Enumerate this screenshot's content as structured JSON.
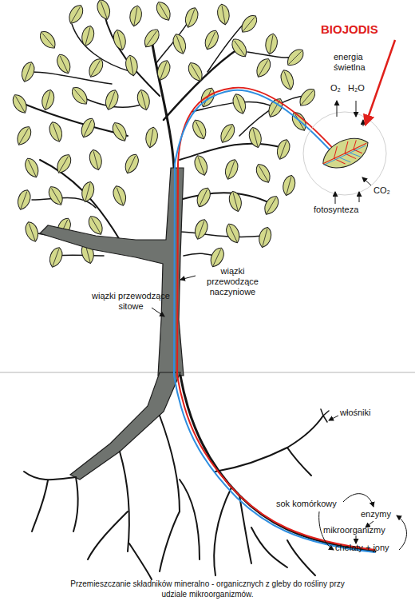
{
  "diagram": {
    "caption": "Przemieszczanie składników mineralno - organicznych z gleby do rośliny przy udziale mikroorganizmów.",
    "labels": [
      "BIOJODIS",
      "energia świetlna",
      "O₂",
      "H₂O",
      "CO₂",
      "fotosynteza",
      "wiązki przewodzące naczyniowe",
      "wiązki przewodzące sitowe",
      "włośniki",
      "sok komórkowy",
      "enzymy",
      "mikroorganizmy",
      "chelaty + jony"
    ]
  }
}
